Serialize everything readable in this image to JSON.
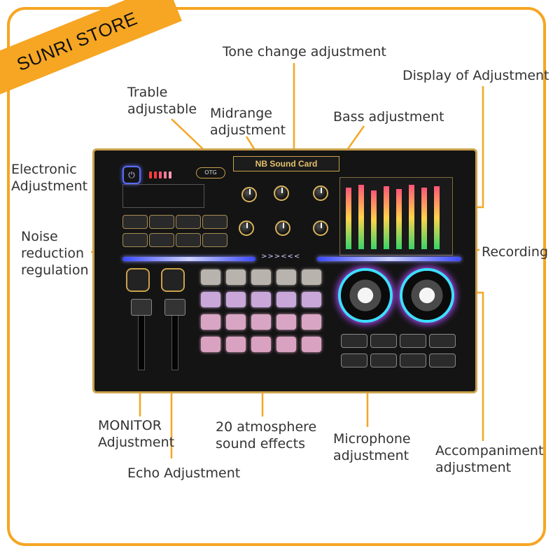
{
  "store": {
    "name": "SUNRI STORE"
  },
  "device": {
    "title": "NB Sound Card",
    "otg": "OTG",
    "power_symbol": "⏻"
  },
  "labels": {
    "tone_change": "Tone change adjustment",
    "display": "Display of Adjustment",
    "treble": "Trable\nadjustable",
    "midrange": "Midrange\nadjustment",
    "bass": "Bass adjustment",
    "electronic": "Electronic\nAdjustment",
    "noise": "Noise\nreduction\nregulation",
    "recording": "Recording",
    "monitor": "MONITOR\nAdjustment",
    "atmosphere": "20 atmosphere\nsound effects",
    "microphone": "Microphone\nadjustment",
    "accompaniment": "Accompaniment\nadjustment",
    "echo": "Echo Adjustment"
  },
  "colors": {
    "accent": "#f6a623",
    "line": "#f6a623",
    "panel": "#141414",
    "gold": "#c9a24a"
  }
}
